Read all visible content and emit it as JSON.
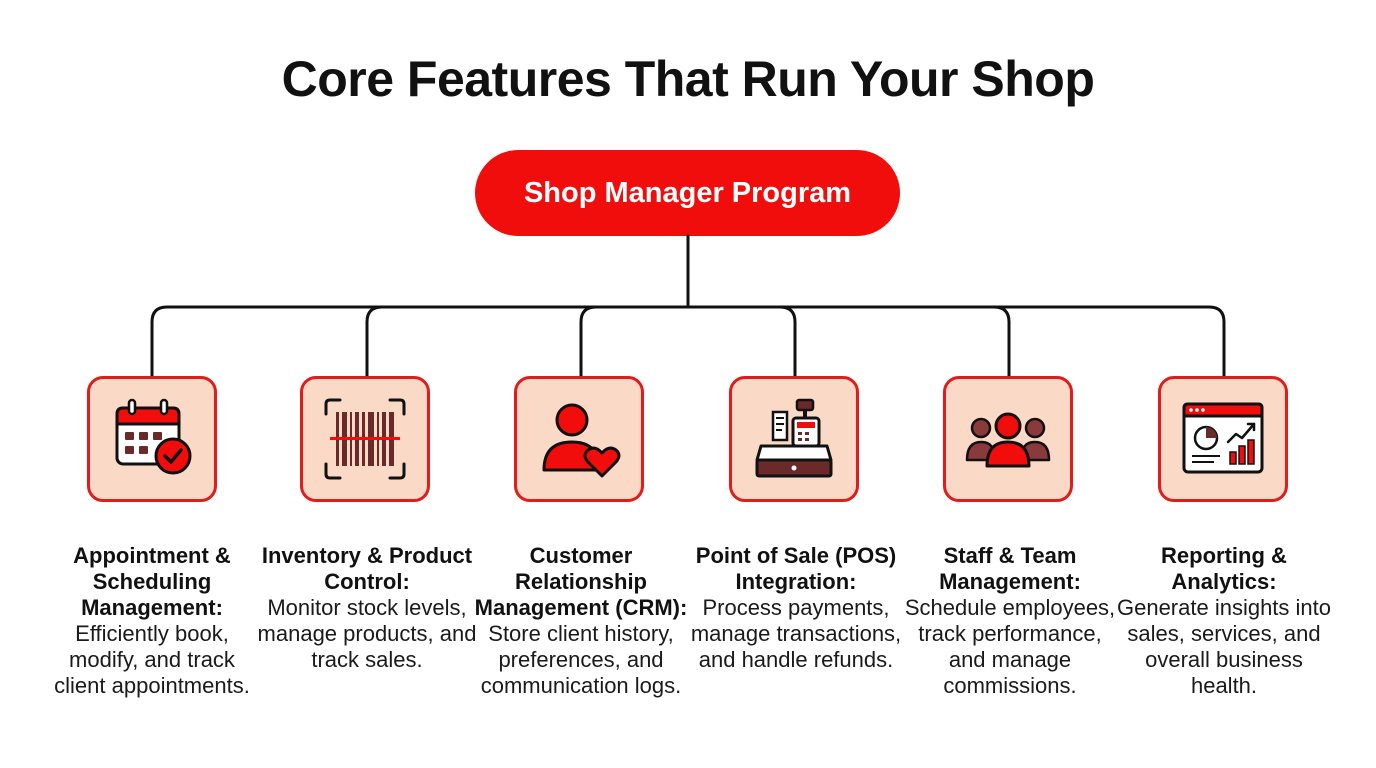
{
  "title": "Core Features That Run Your Shop",
  "root": {
    "label": "Shop Manager Program"
  },
  "colors": {
    "accent": "#f20d0d",
    "icon_bg": "#fbd9c7",
    "icon_border": "#e31b1b",
    "icon_dark": "#7a2a2a"
  },
  "features": [
    {
      "title": "Appointment & Scheduling Management:",
      "description": "Efficiently book, modify, and track client appointments.",
      "icon": "calendar-check-icon"
    },
    {
      "title": "Inventory & Product Control:",
      "description": "Monitor stock levels, manage products, and track sales.",
      "icon": "barcode-scan-icon"
    },
    {
      "title": "Customer Relationship Management (CRM):",
      "description": "Store client history, preferences, and communication logs.",
      "icon": "user-heart-icon"
    },
    {
      "title": "Point of Sale (POS) Integration:",
      "description": "Process payments, manage transactions, and handle refunds.",
      "icon": "cash-register-icon"
    },
    {
      "title": "Staff & Team Management:",
      "description": "Schedule employees, track performance, and manage commissions.",
      "icon": "team-icon"
    },
    {
      "title": "Reporting & Analytics:",
      "description": "Generate insights into sales, services, and overall business health.",
      "icon": "analytics-dashboard-icon"
    }
  ]
}
